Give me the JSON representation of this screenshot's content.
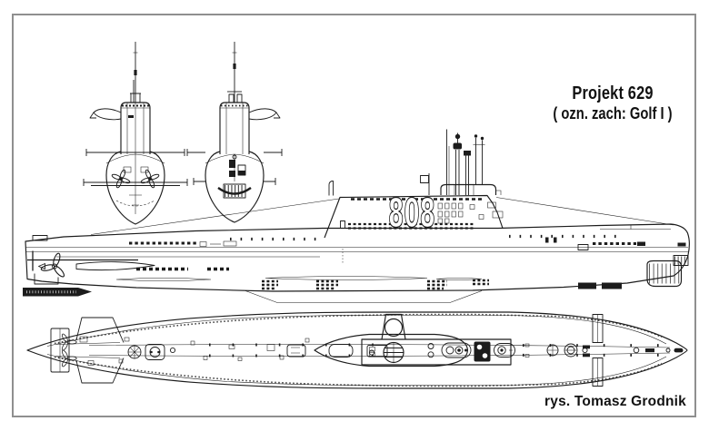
{
  "page": {
    "background_color": "#ffffff",
    "frame_color": "#8f8f8f",
    "ink_color": "#1c1c1c"
  },
  "title": {
    "line1": "Projekt 629",
    "line2": "( ozn. zach: Golf I )"
  },
  "side_view": {
    "hull_number": "808"
  },
  "credit": "rys. Tomasz Grodnik"
}
